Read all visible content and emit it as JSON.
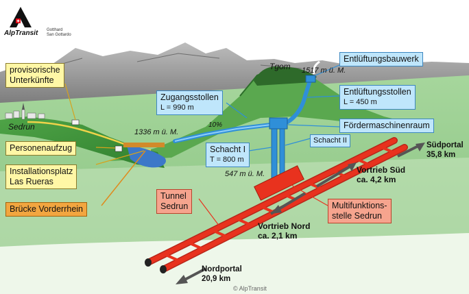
{
  "logo": {
    "brand": "AlpTransit",
    "line1": "Gotthard",
    "line2": "San Gottardo"
  },
  "labels": {
    "provisorisch_1": "provisorische",
    "provisorisch_2": "Unterkünfte",
    "personenaufzug": "Personenaufzug",
    "installation_1": "Installationsplatz",
    "installation_2": "Las Rueras",
    "bruecke": "Brücke Vorderrhein",
    "zugang": "Zugangsstollen",
    "zugang_len": "L = 990 m",
    "schacht1": "Schacht I",
    "schacht1_len": "T = 800 m",
    "schacht2": "Schacht II",
    "entl_bau": "Entlüftungsbauwerk",
    "entl_stollen": "Entlüftungsstollen",
    "entl_stollen_len": "L = 450 m",
    "foerder": "Fördermaschinenraum",
    "tunnel_1": "Tunnel",
    "tunnel_2": "Sedrun",
    "multi_1": "Multifunktions-",
    "multi_2": "stelle Sedrun"
  },
  "places": {
    "sedrun": "Sedrun",
    "tgom": "Tgom"
  },
  "elevations": {
    "e1517": "1517 m ü. M.",
    "e1336": "1336 m ü. M.",
    "e547": "547 m ü. M.",
    "slope": "10%"
  },
  "drives": {
    "sued_1": "Vortrieb Süd",
    "sued_2": "ca. 4,2 km",
    "nord_1": "Vortrieb Nord",
    "nord_2": "ca. 2,1 km"
  },
  "portals": {
    "sued_1": "Südportal",
    "sued_2": "35,8 km",
    "nord_1": "Nordportal",
    "nord_2": "20,9 km"
  },
  "copyright": "© AlpTransit",
  "colors": {
    "yellow": "#fff7a6",
    "blue": "#bfe6fb",
    "red": "#f6a48e",
    "orange": "#f2a640",
    "tunnel": "#e8321e",
    "shaft": "#2f8fd8"
  }
}
